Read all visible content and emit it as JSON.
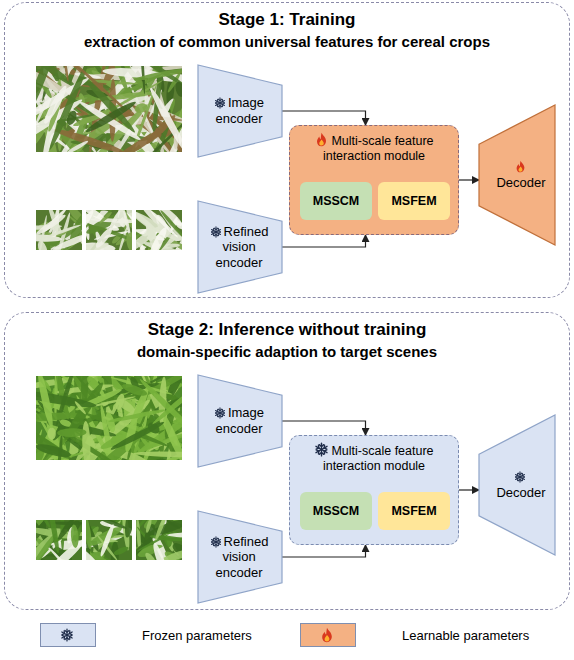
{
  "diagram": {
    "nodes": [
      {
        "text": [
          "Stage 1: Training",
          "extraction of common universal features for cereal crops"
        ]
      },
      {
        "text": [
          "Image encoder"
        ],
        "in": 0
      },
      {
        "text": [
          "Refined vision encoder"
        ],
        "in": 0
      },
      {
        "text": [
          "Multi-scale feature interaction module"
        ],
        "in": 0
      },
      {
        "text": [
          "MSSCM"
        ],
        "in": 3
      },
      {
        "text": [
          "MSFEM"
        ],
        "in": 3
      },
      {
        "text": [
          "Decoder"
        ],
        "in": 0
      },
      {
        "text": [
          "Stage 2: Inference without training",
          "domain-specific adaption to target scenes"
        ]
      },
      {
        "text": [
          "Image encoder"
        ],
        "in": 7
      },
      {
        "text": [
          "Refined vision encoder"
        ],
        "in": 7
      },
      {
        "text": [
          "Multi-scale feature interaction module"
        ],
        "in": 7
      },
      {
        "text": [
          "MSSCM"
        ],
        "in": 10
      },
      {
        "text": [
          "MSFEM"
        ],
        "in": 10
      },
      {
        "text": [
          "Decoder"
        ],
        "in": 7
      }
    ],
    "edges": [
      {
        "from": 1,
        "to": 3,
        "arrow": "to"
      },
      {
        "from": 2,
        "to": 3,
        "arrow": "to"
      },
      {
        "from": 3,
        "to": 6,
        "arrow": "to"
      },
      {
        "from": 8,
        "to": 10,
        "arrow": "to"
      },
      {
        "from": 9,
        "to": 10,
        "arrow": "to"
      },
      {
        "from": 10,
        "to": 13,
        "arrow": "to"
      }
    ],
    "legend": [
      {
        "text": "Frozen parameters",
        "color": "#dae3f3"
      },
      {
        "text": "Learnable parameters",
        "color": "#f4b183"
      }
    ]
  }
}
